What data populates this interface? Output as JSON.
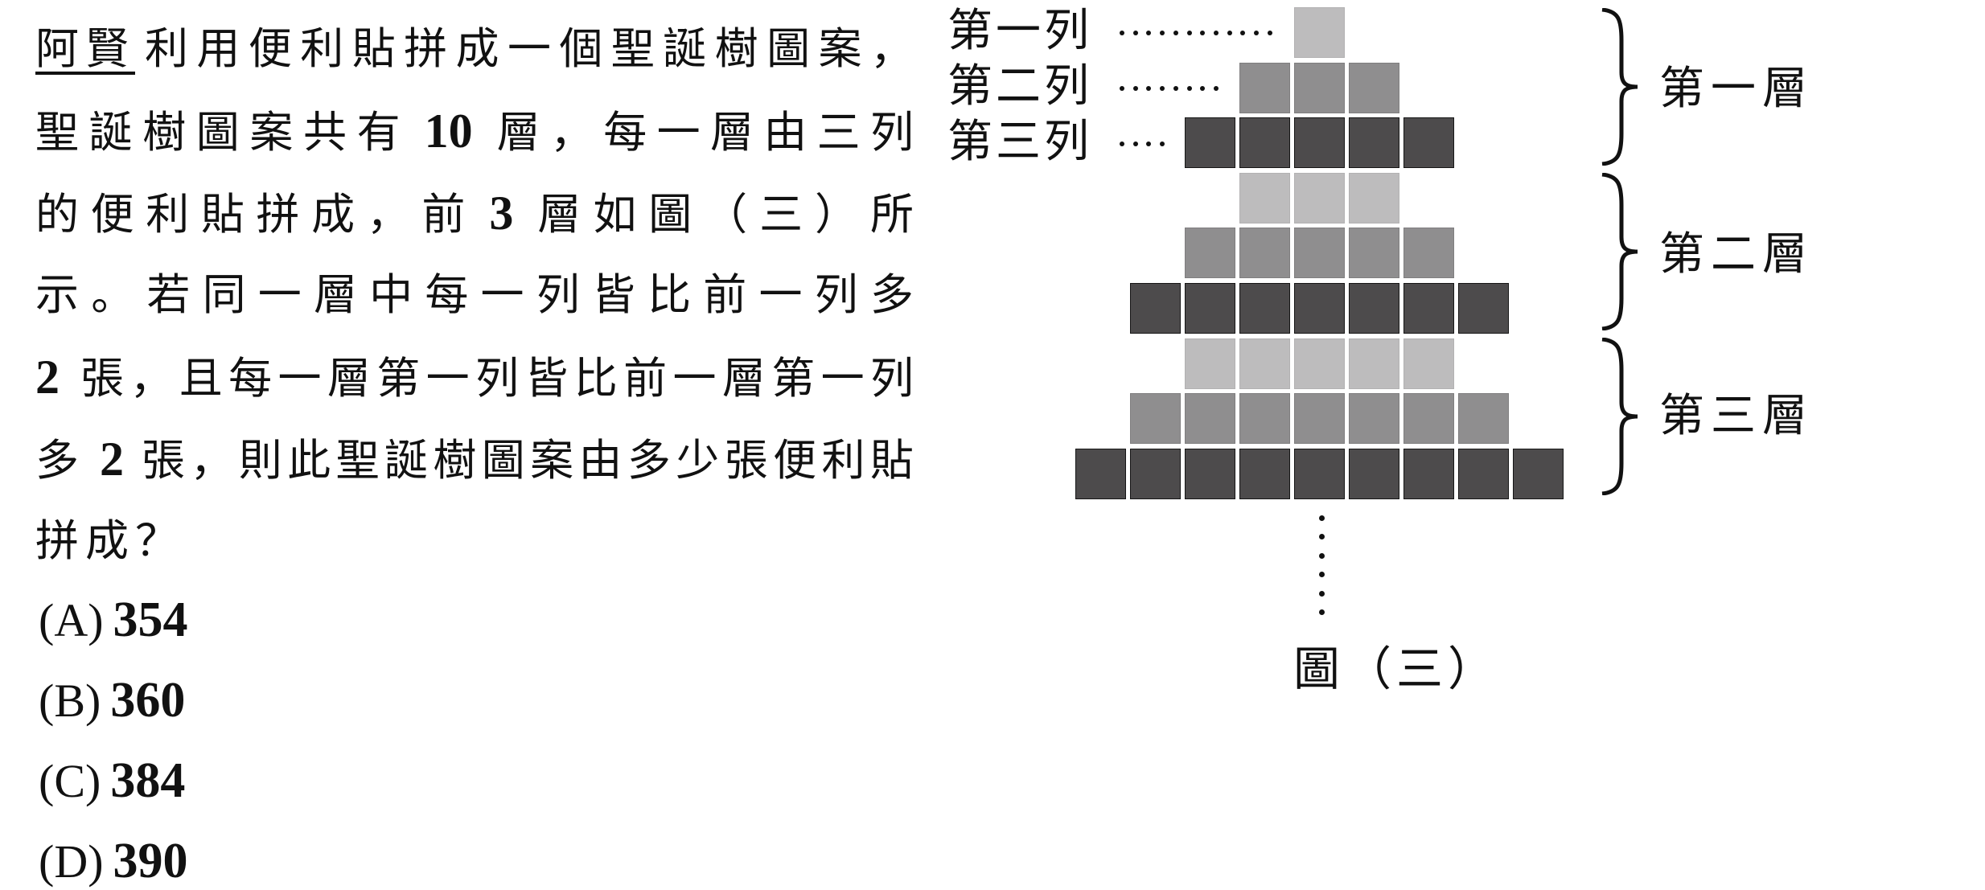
{
  "question": {
    "lines": [
      [
        "阿賢",
        "利用便利貼拼成一個聖誕樹圖案，"
      ],
      "聖誕樹圖案共有 10 層，每一層由三列",
      "的便利貼拼成，前 3 層如圖（三）所",
      "示。若同一層中每一列皆比前一列多",
      "2 張，且每一層第一列皆比前一層第一列",
      "多 2 張，則此聖誕樹圖案由多少張便利貼",
      "拼成？"
    ],
    "underlined_name": "阿賢",
    "line1_rest": "利用便利貼拼成一個聖誕樹圖案，",
    "line2": {
      "pre": "聖誕樹圖案共有",
      "num": "10",
      "post": "層，每一層由三列"
    },
    "line3": {
      "pre": "的便利貼拼成，前",
      "num": "3",
      "post": "層如圖（三）所"
    },
    "line4": "示。若同一層中每一列皆比前一列多",
    "line5": {
      "num": "2",
      "post": "張，且每一層第一列皆比前一層第一列"
    },
    "line6": {
      "pre": "多",
      "num": "2",
      "post": "張，則此聖誕樹圖案由多少張便利貼"
    },
    "line7": "拼成？"
  },
  "options": [
    {
      "label": "(A)",
      "value": "354"
    },
    {
      "label": "(B)",
      "value": "360"
    },
    {
      "label": "(C)",
      "value": "384"
    },
    {
      "label": "(D)",
      "value": "390"
    }
  ],
  "figure": {
    "caption": "圖（三）",
    "row_labels": [
      "第一列",
      "第二列",
      "第三列"
    ],
    "layer_labels": [
      "第一層",
      "第二層",
      "第三層"
    ],
    "rows": [
      {
        "count": 1,
        "shade": "light"
      },
      {
        "count": 3,
        "shade": "med"
      },
      {
        "count": 5,
        "shade": "dark"
      },
      {
        "count": 3,
        "shade": "light"
      },
      {
        "count": 5,
        "shade": "med"
      },
      {
        "count": 7,
        "shade": "dark"
      },
      {
        "count": 5,
        "shade": "light"
      },
      {
        "count": 7,
        "shade": "med"
      },
      {
        "count": 9,
        "shade": "dark"
      }
    ],
    "colors": {
      "light": "#bdbcbd",
      "med": "#8f8e8f",
      "dark": "#4d4b4c"
    },
    "leader_dot_counts": [
      12,
      8,
      4
    ],
    "continuation_dots": 6
  }
}
